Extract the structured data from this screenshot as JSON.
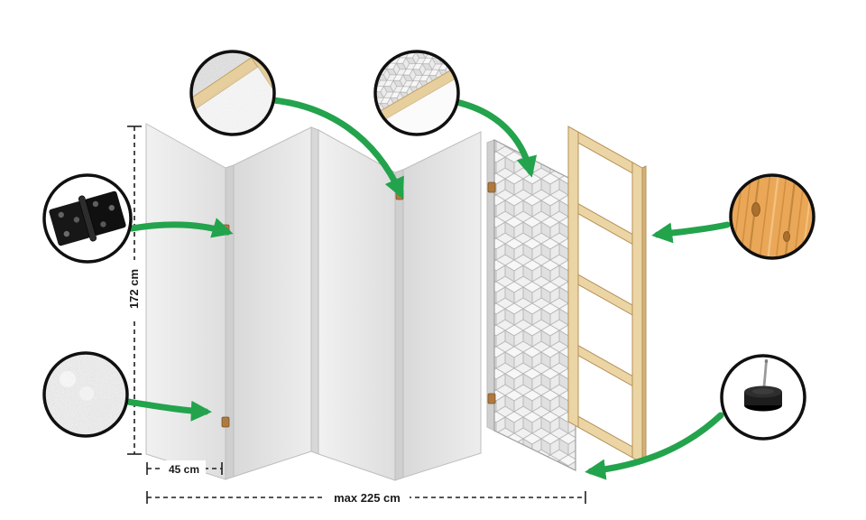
{
  "diagram": {
    "type": "room-divider-construction-diagram",
    "dimensions": {
      "height_label": "172 cm",
      "panel_width_label": "45 cm",
      "total_width_label": "max 225 cm"
    },
    "panels": {
      "gray_panels": 4,
      "patterned_panels": 1,
      "has_wooden_frame": true
    },
    "callouts": [
      {
        "icon": "frame-corner-detail-icon",
        "position": "top-left"
      },
      {
        "icon": "pattern-corner-detail-icon",
        "position": "top-center"
      },
      {
        "icon": "hinge-icon",
        "position": "left-upper"
      },
      {
        "icon": "fleece-texture-icon",
        "position": "left-lower"
      },
      {
        "icon": "pine-wood-texture-icon",
        "position": "right-upper"
      },
      {
        "icon": "foot-pin-icon",
        "position": "right-lower"
      }
    ],
    "colors": {
      "arrow_green": "#23a34c",
      "panel_gray": "#e7e7e7",
      "pattern_line_gray": "#b8b8b8",
      "frame_wood": "#ecd5a4",
      "pine_wood": "#eaa758",
      "hinge_black": "#171717",
      "dimension_line": "#1f1f1f",
      "background": "#ffffff"
    }
  }
}
